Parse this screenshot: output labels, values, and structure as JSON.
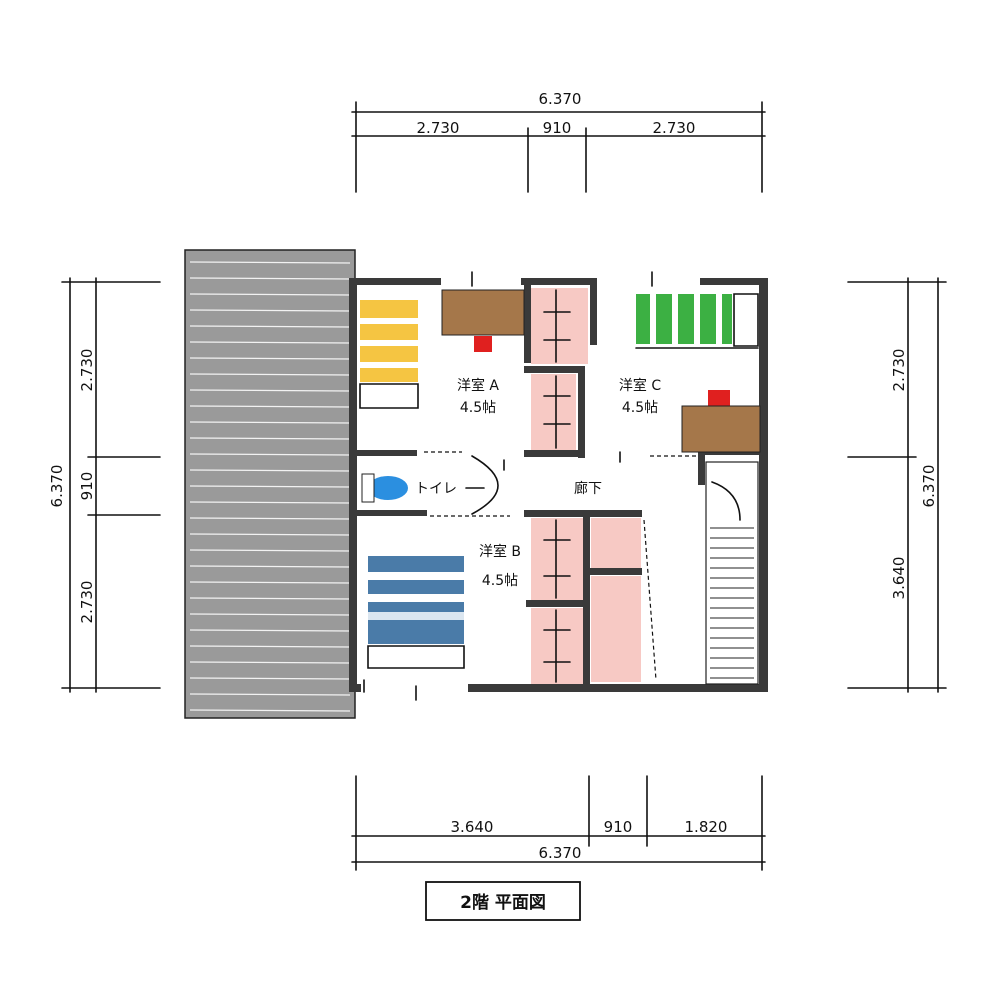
{
  "dimensions": {
    "top_total": "6.370",
    "top_segments": [
      "2.730",
      "910",
      "2.730"
    ],
    "bottom_segments": [
      "3.640",
      "910",
      "1.820"
    ],
    "bottom_total": "6.370",
    "left_total": "6.370",
    "left_segments": [
      "2.730",
      "910",
      "2.730"
    ],
    "right_total": "6.370",
    "right_segments": [
      "2.730",
      "3.640"
    ]
  },
  "rooms": {
    "room_a_name": "洋室 A",
    "room_a_size": "4.5帖",
    "room_b_name": "洋室 B",
    "room_b_size": "4.5帖",
    "room_c_name": "洋室 C",
    "room_c_size": "4.5帖",
    "toilet": "トイレ",
    "hallway": "廊下"
  },
  "title": "2階 平面図",
  "colors": {
    "bed_a": "#f5c542",
    "bed_b": "#4a7ba8",
    "bed_c": "#3cb043",
    "desk": "#a5774a",
    "chair": "#e0201f",
    "closet": "#f7c9c4",
    "toilet": "#2b8fe0",
    "balcony": "#9a9a9a",
    "wall": "#3a3a3a"
  },
  "icons": [
    "bed-icon",
    "desk-icon",
    "chair-icon",
    "closet-icon",
    "toilet-icon",
    "stairs-icon"
  ]
}
